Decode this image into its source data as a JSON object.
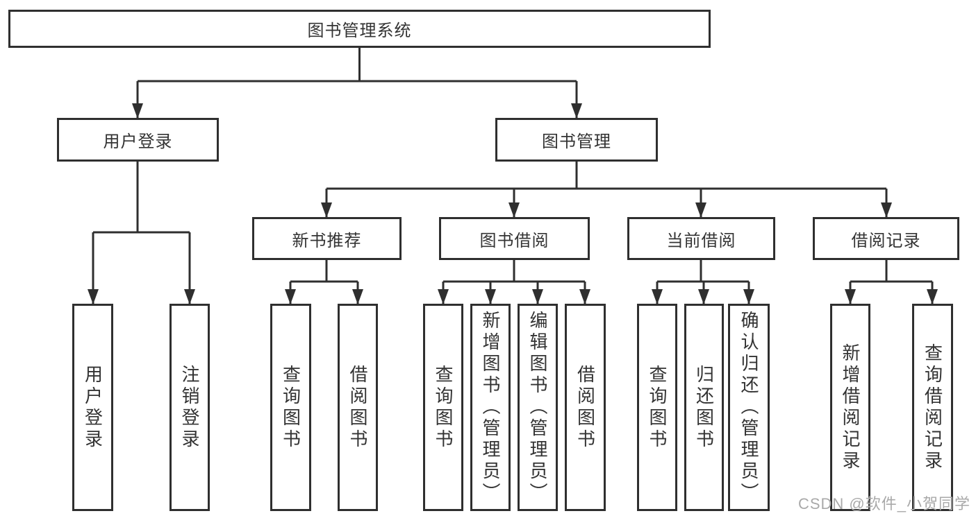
{
  "diagram": {
    "root": {
      "label": "图书管理系统"
    },
    "branches": [
      {
        "label": "用户登录",
        "children": [
          {
            "label": "用户登录"
          },
          {
            "label": "注销登录"
          }
        ]
      },
      {
        "label": "图书管理",
        "children": [
          {
            "label": "新书推荐",
            "children": [
              {
                "label": "查询图书"
              },
              {
                "label": "借阅图书"
              }
            ]
          },
          {
            "label": "图书借阅",
            "children": [
              {
                "label": "查询图书"
              },
              {
                "label": "新增图书（管理员）"
              },
              {
                "label": "编辑图书（管理员）"
              },
              {
                "label": "借阅图书"
              }
            ]
          },
          {
            "label": "当前借阅",
            "children": [
              {
                "label": "查询图书"
              },
              {
                "label": "归还图书"
              },
              {
                "label": "确认归还（管理员）"
              }
            ]
          },
          {
            "label": "借阅记录",
            "children": [
              {
                "label": "新增借阅记录"
              },
              {
                "label": "查询借阅记录"
              }
            ]
          }
        ]
      }
    ]
  },
  "watermark": {
    "text": "CSDN @软件_小贺同学"
  },
  "colors": {
    "line": "#2f2f2f",
    "text": "#333333",
    "box_background": "#ffffff",
    "page_background": "#ffffff",
    "watermark": "#a9a9a9"
  }
}
